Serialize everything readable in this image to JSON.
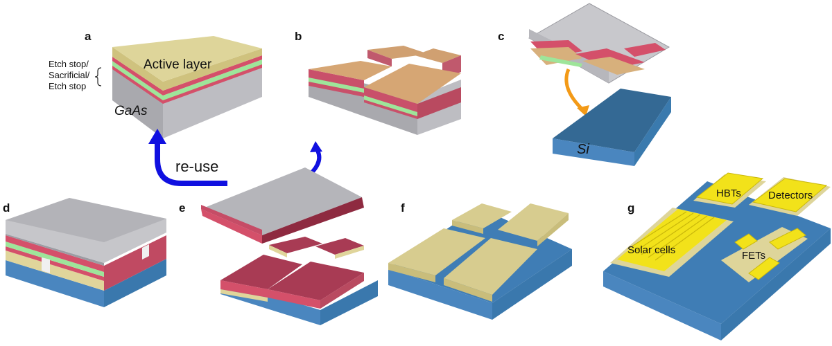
{
  "panel_labels": [
    "a",
    "b",
    "c",
    "d",
    "e",
    "f",
    "g"
  ],
  "panel_a": {
    "etch_stop_top": "Etch stop/",
    "sacrificial": "Sacrificial/",
    "etch_stop_bottom": "Etch stop",
    "active_layer": "Active layer",
    "substrate": "GaAs"
  },
  "panel_c": {
    "substrate": "Si"
  },
  "reuse_label": "re-use",
  "panel_g": {
    "hbts": "HBTs",
    "detectors": "Detectors",
    "solar_cells": "Solar cells",
    "fets": "FETs"
  },
  "colors": {
    "active": "#d9cf8e",
    "etch_stop": "#d4506a",
    "sacrificial": "#9ee59a",
    "gaas_glass": "#c8c8cc",
    "si_blue": "#4a86bf",
    "device_yellow": "#f2e21a",
    "arrow_blue": "#1010e0",
    "arrow_orange": "#f39a17"
  }
}
